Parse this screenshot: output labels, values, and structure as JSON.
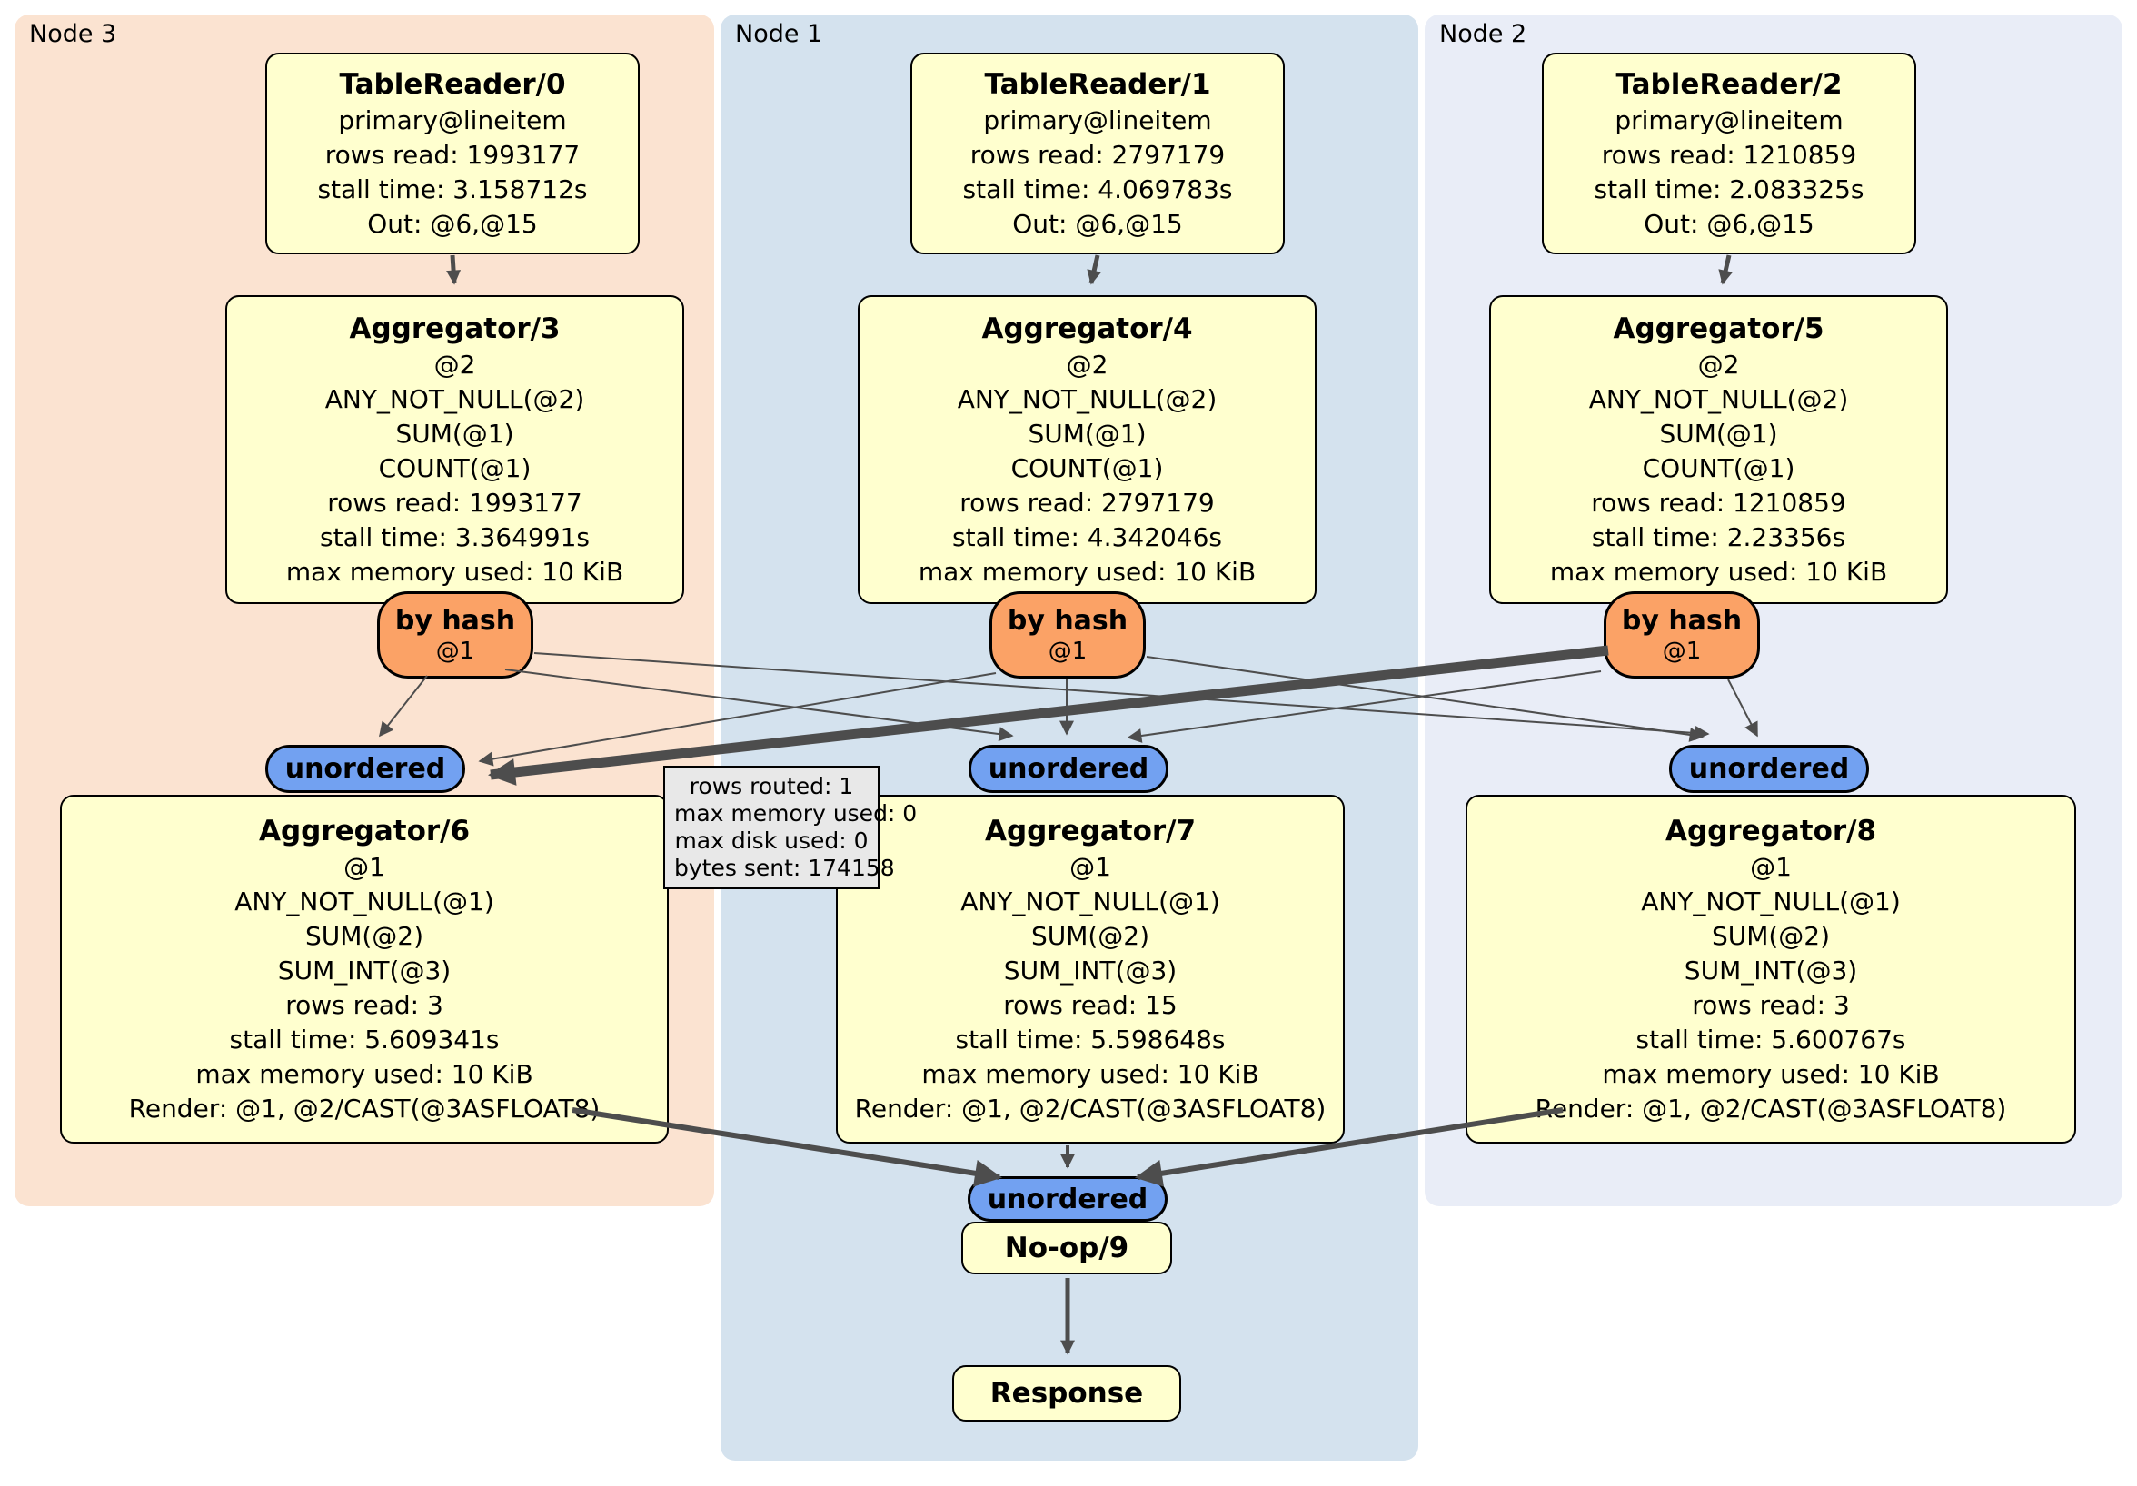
{
  "node_panels": [
    {
      "label": "Node 3"
    },
    {
      "label": "Node 1"
    },
    {
      "label": "Node 2"
    }
  ],
  "processors": {
    "tr0": {
      "title": "TableReader/0",
      "lines": [
        "primary@lineitem",
        "rows read: 1993177",
        "stall time: 3.158712s",
        "Out: @6,@15"
      ]
    },
    "tr1": {
      "title": "TableReader/1",
      "lines": [
        "primary@lineitem",
        "rows read: 2797179",
        "stall time: 4.069783s",
        "Out: @6,@15"
      ]
    },
    "tr2": {
      "title": "TableReader/2",
      "lines": [
        "primary@lineitem",
        "rows read: 1210859",
        "stall time: 2.083325s",
        "Out: @6,@15"
      ]
    },
    "agg3": {
      "title": "Aggregator/3",
      "lines": [
        "@2",
        "ANY_NOT_NULL(@2)",
        "SUM(@1)",
        "COUNT(@1)",
        "rows read: 1993177",
        "stall time: 3.364991s",
        "max memory used: 10 KiB"
      ]
    },
    "agg4": {
      "title": "Aggregator/4",
      "lines": [
        "@2",
        "ANY_NOT_NULL(@2)",
        "SUM(@1)",
        "COUNT(@1)",
        "rows read: 2797179",
        "stall time: 4.342046s",
        "max memory used: 10 KiB"
      ]
    },
    "agg5": {
      "title": "Aggregator/5",
      "lines": [
        "@2",
        "ANY_NOT_NULL(@2)",
        "SUM(@1)",
        "COUNT(@1)",
        "rows read: 1210859",
        "stall time: 2.23356s",
        "max memory used: 10 KiB"
      ]
    },
    "agg6": {
      "title": "Aggregator/6",
      "lines": [
        "@1",
        "ANY_NOT_NULL(@1)",
        "SUM(@2)",
        "SUM_INT(@3)",
        "rows read: 3",
        "stall time: 5.609341s",
        "max memory used: 10 KiB",
        "Render: @1, @2/CAST(@3ASFLOAT8)"
      ]
    },
    "agg7": {
      "title": "Aggregator/7",
      "lines": [
        "@1",
        "ANY_NOT_NULL(@1)",
        "SUM(@2)",
        "SUM_INT(@3)",
        "rows read: 15",
        "stall time: 5.598648s",
        "max memory used: 10 KiB",
        "Render: @1, @2/CAST(@3ASFLOAT8)"
      ]
    },
    "agg8": {
      "title": "Aggregator/8",
      "lines": [
        "@1",
        "ANY_NOT_NULL(@1)",
        "SUM(@2)",
        "SUM_INT(@3)",
        "rows read: 3",
        "stall time: 5.600767s",
        "max memory used: 10 KiB",
        "Render: @1, @2/CAST(@3ASFLOAT8)"
      ]
    },
    "noop": {
      "title": "No-op/9"
    },
    "response": {
      "title": "Response"
    }
  },
  "routers": {
    "by_hash": {
      "label": "by hash",
      "sub": "@1"
    },
    "unordered": {
      "label": "unordered"
    }
  },
  "edge_tooltip": {
    "lines": [
      "rows routed: 1",
      "max memory used: 0",
      "max disk used: 0",
      "bytes sent: 174158"
    ]
  },
  "colors": {
    "node3_bg": "#fbe3d1",
    "node1_bg": "#d4e2ee",
    "node2_bg": "#e9edf7",
    "processor_bg": "#ffffcf",
    "router_hash_bg": "#fba266",
    "stream_unordered_bg": "#72a1f1",
    "edge": "#4d4d4d",
    "tooltip_bg": "#e8e8e8"
  }
}
